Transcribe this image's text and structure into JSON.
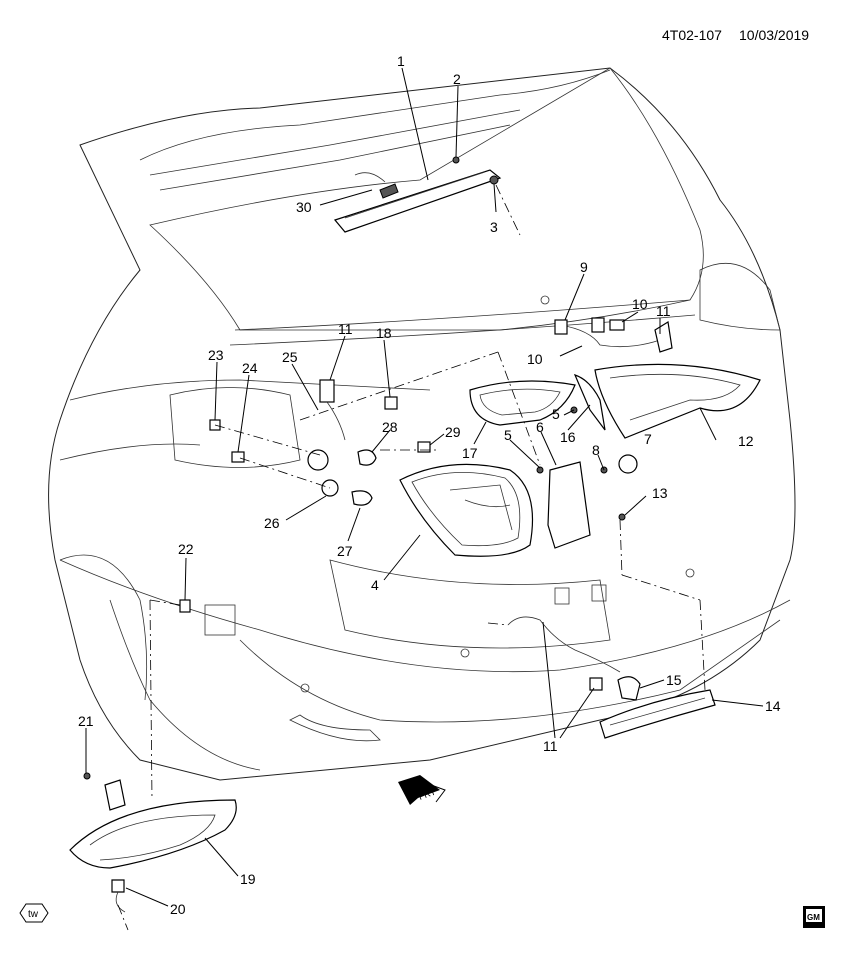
{
  "header": {
    "code": "4T02-107",
    "date": "10/03/2019"
  },
  "labels": [
    "1",
    "2",
    "3",
    "30",
    "9",
    "10",
    "11",
    "10",
    "11",
    "18",
    "23",
    "24",
    "25",
    "28",
    "29",
    "17",
    "5",
    "6",
    "16",
    "5",
    "8",
    "7",
    "12",
    "13",
    "26",
    "27",
    "4",
    "22",
    "15",
    "14",
    "11",
    "21",
    "19",
    "20"
  ],
  "arrow": {
    "text": "FRT"
  },
  "logos": {
    "tw": "tw",
    "gm": "GM"
  }
}
